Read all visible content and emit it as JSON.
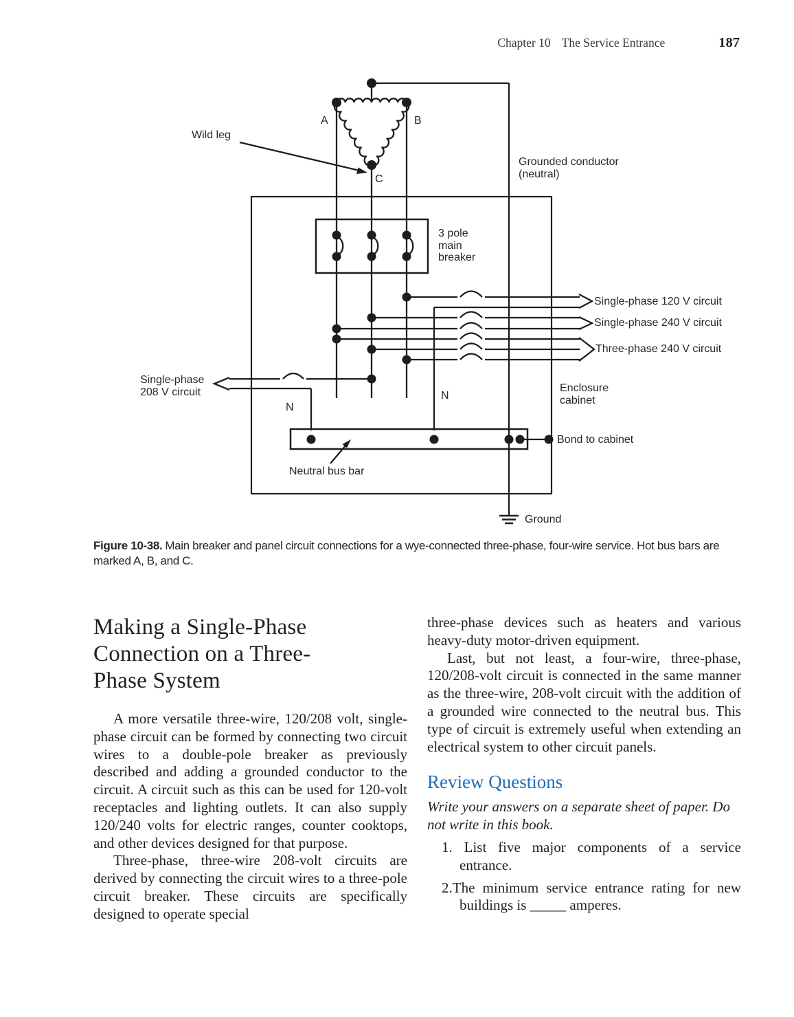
{
  "header": {
    "chapter": "Chapter 10",
    "section_title": "The Service Entrance",
    "page_number": "187"
  },
  "colors": {
    "ink": "#1d1d1b",
    "review_heading_blue": "#1f6fb8"
  },
  "figure": {
    "caption_label": "Figure 10-38.",
    "caption_text": "Main breaker and panel circuit connections for a wye-connected three-phase, four-wire service. Hot bus bars are marked A, B, and C.",
    "labels": {
      "phase_a": "A",
      "phase_b": "B",
      "phase_c": "C",
      "wild_leg": "Wild leg",
      "grounded_conductor_lines": [
        "Grounded conductor",
        "(neutral)"
      ],
      "main_breaker_lines": [
        "3 pole",
        "main",
        "breaker"
      ],
      "circuit_120": "Single-phase 120 V circuit",
      "circuit_240": "Single-phase 240 V circuit",
      "circuit_3ph_240": "Three-phase 240 V circuit",
      "circuit_208_lines": [
        "Single-phase",
        "208 V circuit"
      ],
      "neutral_left": "N",
      "neutral_right": "N",
      "enclosure_lines": [
        "Enclosure",
        "cabinet"
      ],
      "bond": "Bond to cabinet",
      "neutral_bus_bar": "Neutral bus bar",
      "ground": "Ground"
    }
  },
  "article": {
    "heading_lines": [
      "Making a Single-Phase",
      "Connection on a Three-",
      "Phase System"
    ],
    "paragraphs_left": [
      "A more versatile three-wire, 120/208 volt, single-phase circuit can be formed by connecting two circuit wires to a double-pole breaker as previously described and adding a grounded conductor to the circuit. A circuit such as this can be used for 120-volt receptacles and lighting outlets. It can also supply 120/240 volts for electric ranges, counter cooktops, and other devices designed for that purpose.",
      "Three-phase, three-wire 208-volt circuits are derived by connecting the circuit wires to a three-pole circuit breaker. These circuits are specifically designed to operate special"
    ],
    "paragraphs_right": [
      "three-phase devices such as heaters and various heavy-duty motor-driven equipment.",
      "Last, but not least, a four-wire, three-phase, 120/208-volt circuit is connected in the same manner as the three-wire, 208-volt circuit with the addition of a grounded wire connected to the neutral bus. This type of circuit is extremely useful when extending an electrical system to other circuit panels."
    ],
    "review": {
      "heading": "Review Questions",
      "instructions": "Write your answers on a separate sheet of paper. Do not write in this book.",
      "questions": [
        "1. List five major components of a service entrance.",
        "2.The minimum service entrance rating for new buildings is _____ amperes."
      ]
    }
  }
}
